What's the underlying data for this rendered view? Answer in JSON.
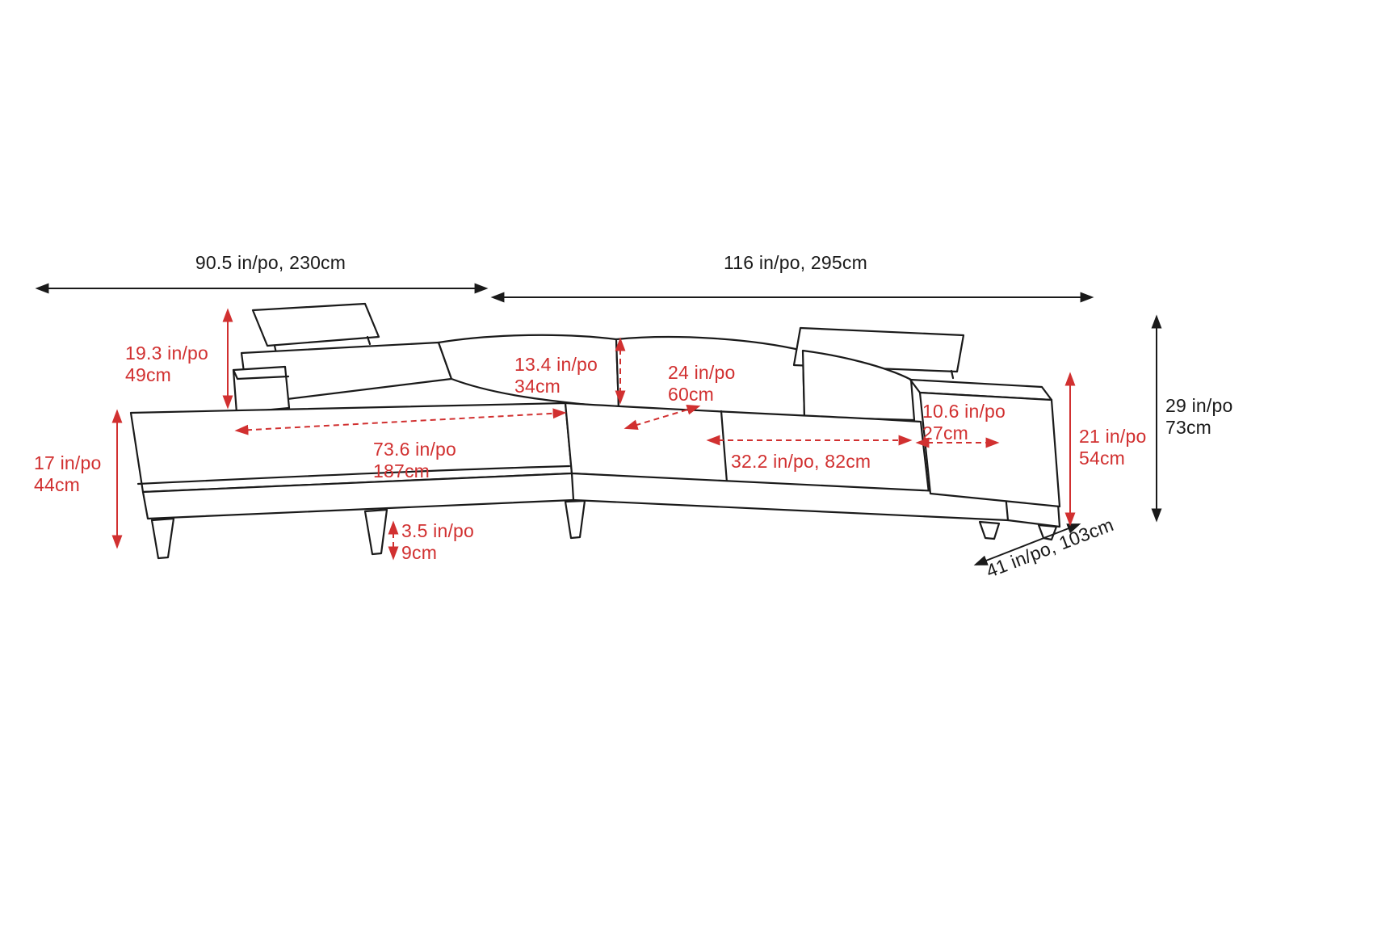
{
  "diagram": {
    "name": "Sectional sofa dimensions technical drawing",
    "colors": {
      "line": "#1a1a1a",
      "accent": "#d13030",
      "background": "#ffffff"
    },
    "dims": {
      "overall_width_left": "90.5 in/po, 230cm",
      "overall_width_right": "116 in/po, 295cm",
      "backrest_height": "19.3 in/po\n49cm",
      "seat_height": "17 in/po\n44cm",
      "chaise_length": "73.6 in/po\n187cm",
      "back_cushion_height": "13.4 in/po\n34cm",
      "seat_depth": "24 in/po\n60cm",
      "seat_width": "32.2 in/po, 82cm",
      "armrest_width": "10.6 in/po\n27cm",
      "armrest_height": "21 in/po\n54cm",
      "overall_height": "29 in/po\n73cm",
      "leg_height": "3.5 in/po\n9cm",
      "overall_depth": "41 in/po, 103cm"
    }
  }
}
